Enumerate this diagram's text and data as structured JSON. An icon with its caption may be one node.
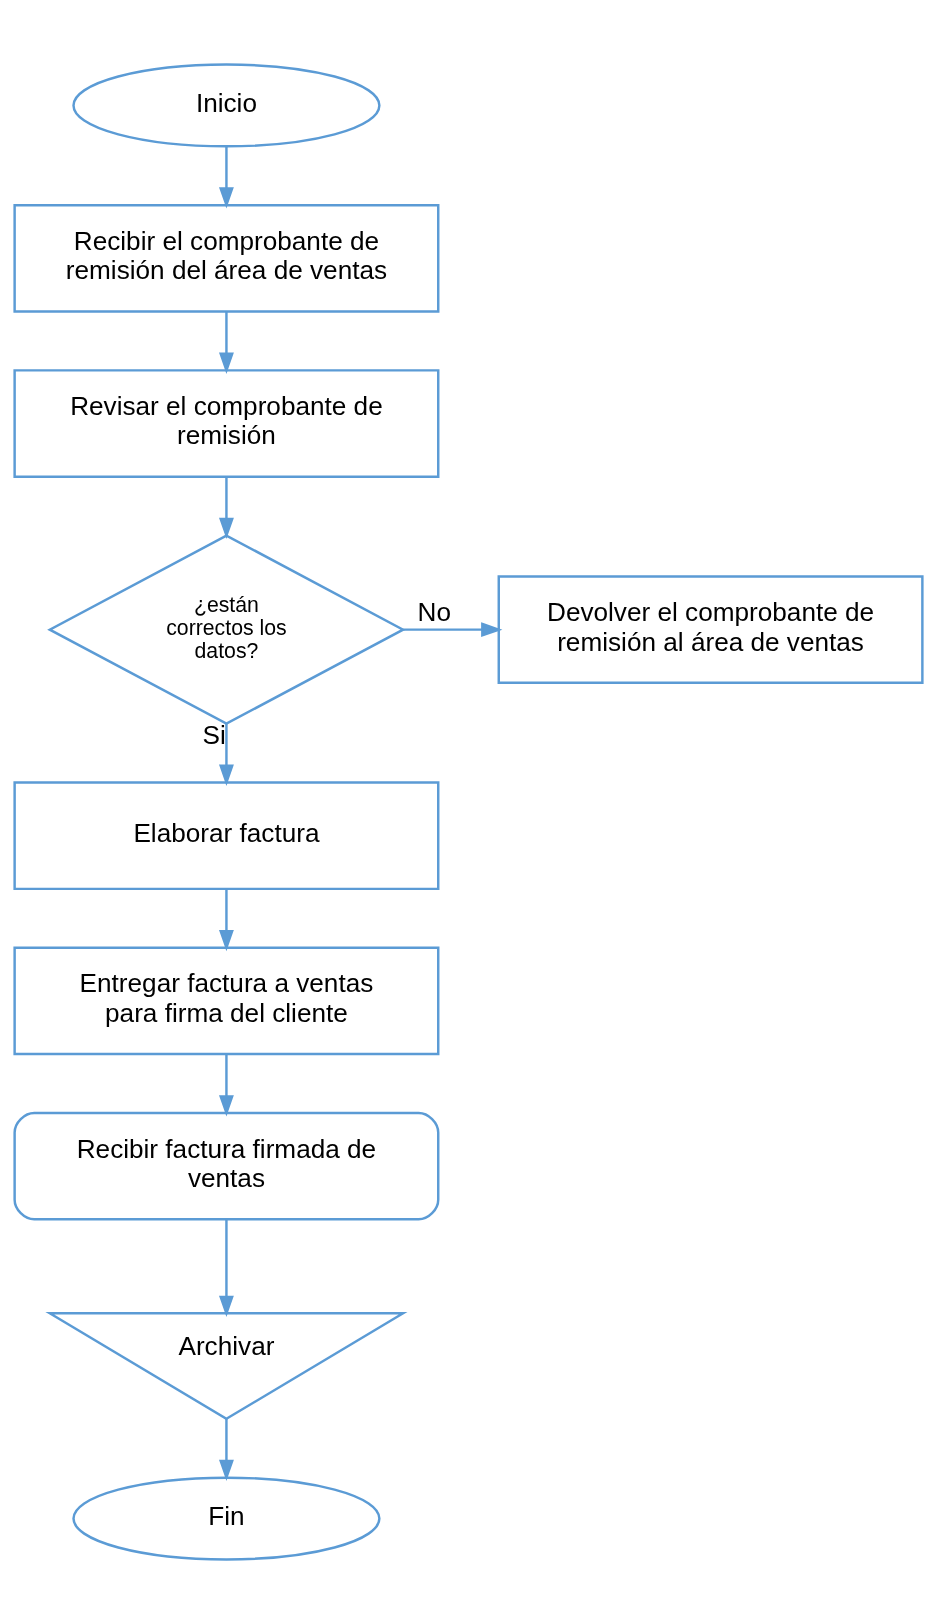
{
  "diagram": {
    "nodes": [
      {
        "text": [
          "Inicio"
        ]
      },
      {
        "text": [
          "Recibir el comprobante de remisión del área de ventas"
        ]
      },
      {
        "text": [
          "Revisar el comprobante de remisión"
        ]
      },
      {
        "text": [
          "¿están correctos los datos?"
        ]
      },
      {
        "text": [
          "Devolver el comprobante de remisión al área de ventas"
        ]
      },
      {
        "text": [
          "Elaborar factura"
        ]
      },
      {
        "text": [
          "Entregar factura a ventas para firma del cliente"
        ]
      },
      {
        "text": [
          "Recibir factura firmada de ventas"
        ]
      },
      {
        "text": [
          "Archivar"
        ]
      },
      {
        "text": [
          "Fin"
        ]
      }
    ],
    "edges": [
      {
        "from": 0,
        "to": 1,
        "arrow": "to"
      },
      {
        "from": 1,
        "to": 2,
        "arrow": "to"
      },
      {
        "from": 2,
        "to": 3,
        "arrow": "to"
      },
      {
        "from": 3,
        "to": 4,
        "arrow": "to",
        "label": "No"
      },
      {
        "from": 3,
        "to": 5,
        "arrow": "to",
        "label": "Si"
      },
      {
        "from": 5,
        "to": 6,
        "arrow": "to"
      },
      {
        "from": 6,
        "to": 7,
        "arrow": "to"
      },
      {
        "from": 7,
        "to": 8,
        "arrow": "to"
      },
      {
        "from": 8,
        "to": 9,
        "arrow": "to"
      }
    ]
  }
}
